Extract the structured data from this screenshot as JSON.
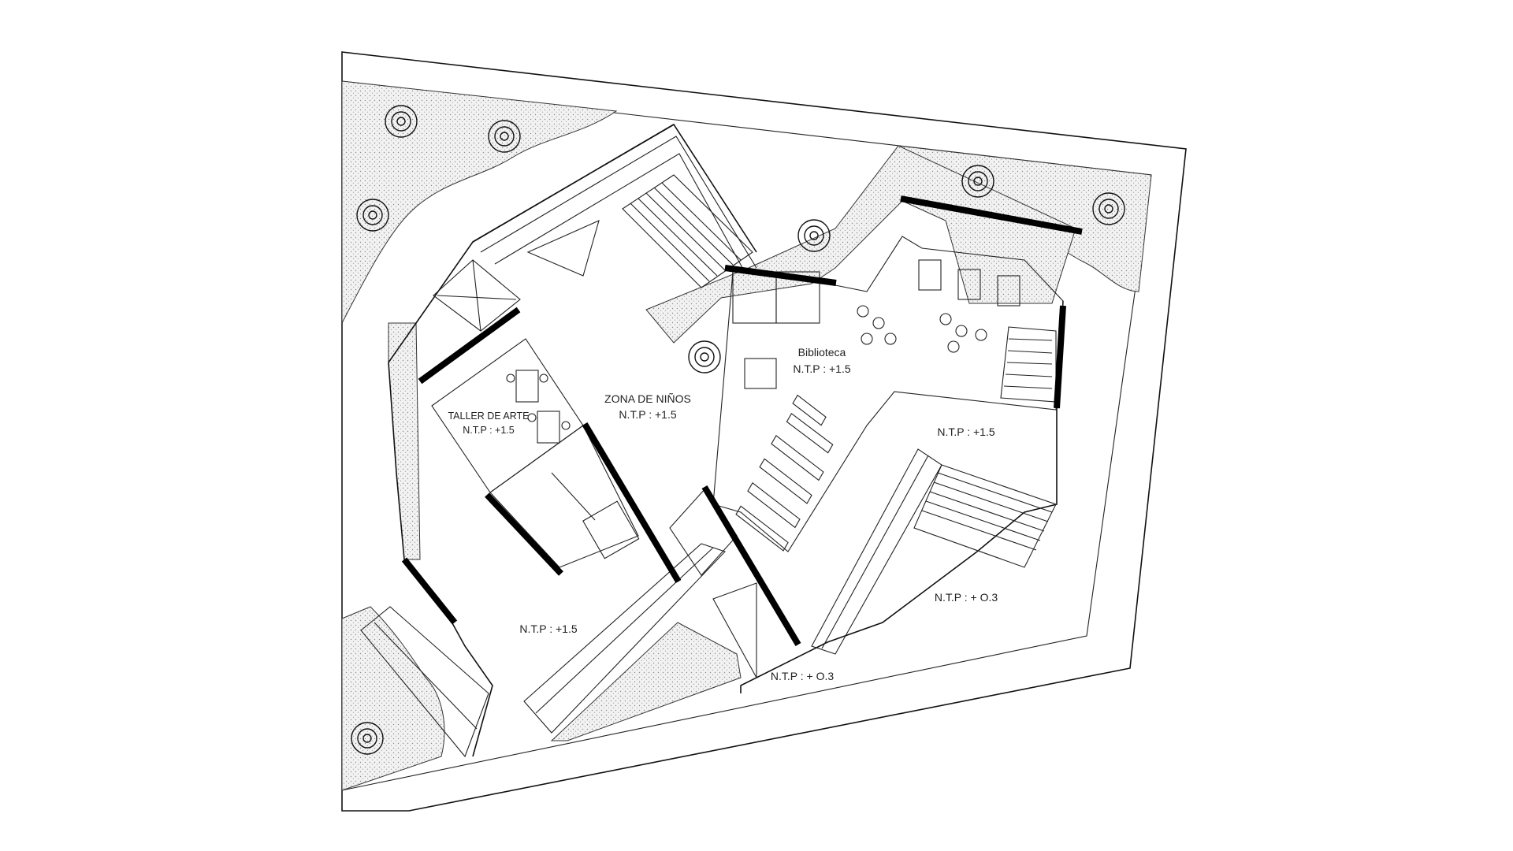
{
  "labels": {
    "taller_name": "TALLER DE ARTE",
    "taller_level": "N.T.P : +1.5",
    "zona_name": "ZONA DE NIÑOS",
    "zona_level": "N.T.P : +1.5",
    "biblioteca_name": "Biblioteca",
    "biblioteca_level": "N.T.P : +1.5",
    "right_level": "N.T.P : +1.5",
    "bottom_left_level": "N.T.P : +1.5",
    "bottom_right_level": "N.T.P : + O.3",
    "bottom_center_level": "N.T.P : + O.3"
  }
}
